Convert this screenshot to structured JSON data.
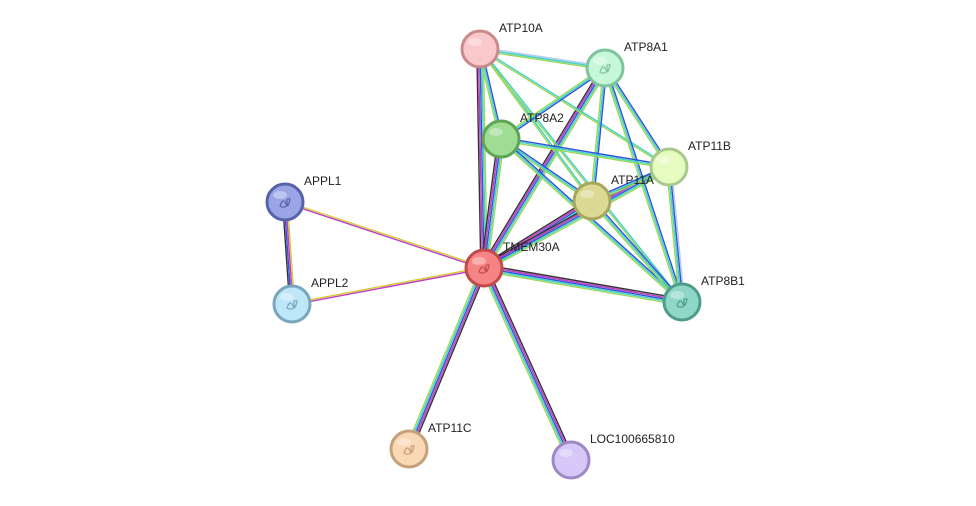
{
  "network": {
    "nodes": [
      {
        "id": "ATP10A",
        "label": "ATP10A",
        "color": "#f9c8cb",
        "stroke": "#c98a8e",
        "icon": "none"
      },
      {
        "id": "ATP8A1",
        "label": "ATP8A1",
        "color": "#c6f7d8",
        "stroke": "#7fc49c",
        "icon": "protein-structure-icon"
      },
      {
        "id": "ATP8A2",
        "label": "ATP8A2",
        "color": "#9fdc94",
        "stroke": "#5ea653",
        "icon": "none"
      },
      {
        "id": "ATP11B",
        "label": "ATP11B",
        "color": "#e6fbc0",
        "stroke": "#a9c98c",
        "icon": "none"
      },
      {
        "id": "APPL1",
        "label": "APPL1",
        "color": "#9aa5e6",
        "stroke": "#5763a8",
        "icon": "protein-structure-icon"
      },
      {
        "id": "ATP11A",
        "label": "ATP11A",
        "color": "#dcd994",
        "stroke": "#a9a65e",
        "icon": "none"
      },
      {
        "id": "TMEM30A",
        "label": "TMEM30A",
        "color": "#f78484",
        "stroke": "#c34a4a",
        "icon": "protein-structure-icon"
      },
      {
        "id": "APPL2",
        "label": "APPL2",
        "color": "#bde6f7",
        "stroke": "#7aa6bd",
        "icon": "protein-structure-icon"
      },
      {
        "id": "ATP8B1",
        "label": "ATP8B1",
        "color": "#8fd8c8",
        "stroke": "#4f9c8c",
        "icon": "protein-structure-icon"
      },
      {
        "id": "ATP11C",
        "label": "ATP11C",
        "color": "#fad8b4",
        "stroke": "#c4a07c",
        "icon": "protein-structure-icon"
      },
      {
        "id": "LOC100665810",
        "label": "LOC100665810",
        "color": "#d6c8f9",
        "stroke": "#9d8ac4",
        "icon": "none"
      }
    ],
    "edge_colors": [
      "#d4cb3a",
      "#3bd4c8",
      "#3350d6",
      "#c23bc2",
      "#333333",
      "#b7c8f0",
      "#9fd65a"
    ],
    "edges": [
      {
        "source": "TMEM30A",
        "target": "APPL1",
        "types": [
          3,
          0
        ]
      },
      {
        "source": "TMEM30A",
        "target": "APPL2",
        "types": [
          3,
          0
        ]
      },
      {
        "source": "APPL1",
        "target": "APPL2",
        "types": [
          0,
          3,
          2,
          4
        ]
      },
      {
        "source": "TMEM30A",
        "target": "ATP10A",
        "types": [
          4,
          3,
          2,
          1,
          6
        ]
      },
      {
        "source": "TMEM30A",
        "target": "ATP8A1",
        "types": [
          4,
          3,
          2,
          1,
          6
        ]
      },
      {
        "source": "TMEM30A",
        "target": "ATP8A2",
        "types": [
          4,
          3,
          2,
          1,
          6
        ]
      },
      {
        "source": "TMEM30A",
        "target": "ATP11A",
        "types": [
          4,
          3,
          2,
          1,
          6
        ]
      },
      {
        "source": "TMEM30A",
        "target": "ATP11B",
        "types": [
          4,
          3,
          2,
          1,
          6
        ]
      },
      {
        "source": "TMEM30A",
        "target": "ATP8B1",
        "types": [
          4,
          3,
          2,
          1,
          6
        ]
      },
      {
        "source": "TMEM30A",
        "target": "ATP11C",
        "types": [
          4,
          3,
          2,
          1,
          6
        ]
      },
      {
        "source": "TMEM30A",
        "target": "LOC100665810",
        "types": [
          4,
          3,
          2,
          1,
          6
        ]
      },
      {
        "source": "ATP10A",
        "target": "ATP8A1",
        "types": [
          5,
          1,
          6
        ]
      },
      {
        "source": "ATP10A",
        "target": "ATP8A2",
        "types": [
          2,
          1,
          6
        ]
      },
      {
        "source": "ATP10A",
        "target": "ATP11A",
        "types": [
          1,
          6
        ]
      },
      {
        "source": "ATP10A",
        "target": "ATP11B",
        "types": [
          1,
          6
        ]
      },
      {
        "source": "ATP10A",
        "target": "ATP8B1",
        "types": [
          1,
          6
        ]
      },
      {
        "source": "ATP8A1",
        "target": "ATP8A2",
        "types": [
          2,
          1,
          6
        ]
      },
      {
        "source": "ATP8A1",
        "target": "ATP11A",
        "types": [
          2,
          1,
          6
        ]
      },
      {
        "source": "ATP8A1",
        "target": "ATP11B",
        "types": [
          2,
          1,
          6
        ]
      },
      {
        "source": "ATP8A1",
        "target": "ATP8B1",
        "types": [
          2,
          1,
          6
        ]
      },
      {
        "source": "ATP8A2",
        "target": "ATP11A",
        "types": [
          2,
          1,
          6
        ]
      },
      {
        "source": "ATP8A2",
        "target": "ATP11B",
        "types": [
          2,
          1,
          6
        ]
      },
      {
        "source": "ATP8A2",
        "target": "ATP8B1",
        "types": [
          2,
          1,
          6
        ]
      },
      {
        "source": "ATP11A",
        "target": "ATP11B",
        "types": [
          2,
          1,
          6
        ]
      },
      {
        "source": "ATP11A",
        "target": "ATP8B1",
        "types": [
          2,
          1,
          6
        ]
      },
      {
        "source": "ATP11B",
        "target": "ATP8B1",
        "types": [
          5,
          2,
          1,
          6
        ]
      }
    ]
  }
}
